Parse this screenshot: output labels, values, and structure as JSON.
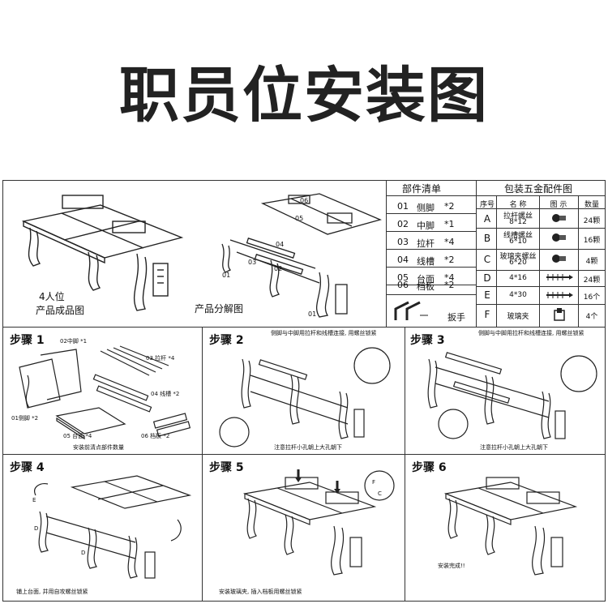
{
  "title": "职员位安装图",
  "overview": {
    "assembled_caption_1": "4人位",
    "assembled_caption_2": "产品成品图",
    "exploded_caption": "产品分解图",
    "exploded_labels": [
      "06",
      "05",
      "04",
      "03",
      "02",
      "01",
      "01"
    ]
  },
  "parts_list": {
    "header": "部件清单",
    "items": [
      {
        "no": "01",
        "name": "侧脚",
        "qty": "*2"
      },
      {
        "no": "02",
        "name": "中脚",
        "qty": "*1"
      },
      {
        "no": "03",
        "name": "拉杆",
        "qty": "*4"
      },
      {
        "no": "04",
        "name": "线槽",
        "qty": "*2"
      },
      {
        "no": "05",
        "name": "台面",
        "qty": "*4"
      },
      {
        "no": "06",
        "name": "档板",
        "qty": "*2"
      }
    ],
    "tool_label": "扳手"
  },
  "hardware": {
    "header": "包装五金配件图",
    "columns": [
      "序号",
      "名  称",
      "图  示",
      "数量"
    ],
    "rows": [
      {
        "id": "A",
        "name1": "拉杆螺丝",
        "name2": "8*12",
        "qty": "24颗",
        "icon": "bolt-icon"
      },
      {
        "id": "B",
        "name1": "线槽螺丝",
        "name2": "6*10",
        "qty": "16颗",
        "icon": "bolt-icon"
      },
      {
        "id": "C",
        "name1": "玻璃夹螺丝",
        "name2": "6*20",
        "qty": "4颗",
        "icon": "bolt-icon"
      },
      {
        "id": "D",
        "name1": "4*16",
        "name2": "",
        "qty": "24颗",
        "icon": "screw-icon"
      },
      {
        "id": "E",
        "name1": "4*30",
        "name2": "",
        "qty": "16个",
        "icon": "screw-icon"
      },
      {
        "id": "F",
        "name1": "玻璃夹",
        "name2": "",
        "qty": "4个",
        "icon": "clip-icon"
      }
    ]
  },
  "steps": [
    {
      "label": "步骤",
      "num": "1",
      "caption": "安装前清点部件数量",
      "labels": [
        "02中脚 *1",
        "03  拉杆 *4",
        "04  线槽 *2",
        "01侧脚 *2",
        "05  台面 *4",
        "06  档板 *2"
      ]
    },
    {
      "label": "步骤",
      "num": "2",
      "note": "侧脚与中脚用拉杆和线槽连接, 用螺丝锁紧",
      "caption": "注意拉杆小孔朝上大孔朝下"
    },
    {
      "label": "步骤",
      "num": "3",
      "note": "侧脚与中脚用拉杆和线槽连接, 用螺丝锁紧",
      "caption": "注意拉杆小孔朝上大孔朝下"
    },
    {
      "label": "步骤",
      "num": "4",
      "caption": "铺上台面, 并用自攻螺丝锁紧",
      "labels": [
        "E",
        "D",
        "D"
      ]
    },
    {
      "label": "步骤",
      "num": "5",
      "caption": "安装玻璃夹, 插入档板用螺丝锁紧",
      "labels": [
        "F",
        "C"
      ]
    },
    {
      "label": "步骤",
      "num": "6",
      "caption": "安装完成!!"
    }
  ]
}
